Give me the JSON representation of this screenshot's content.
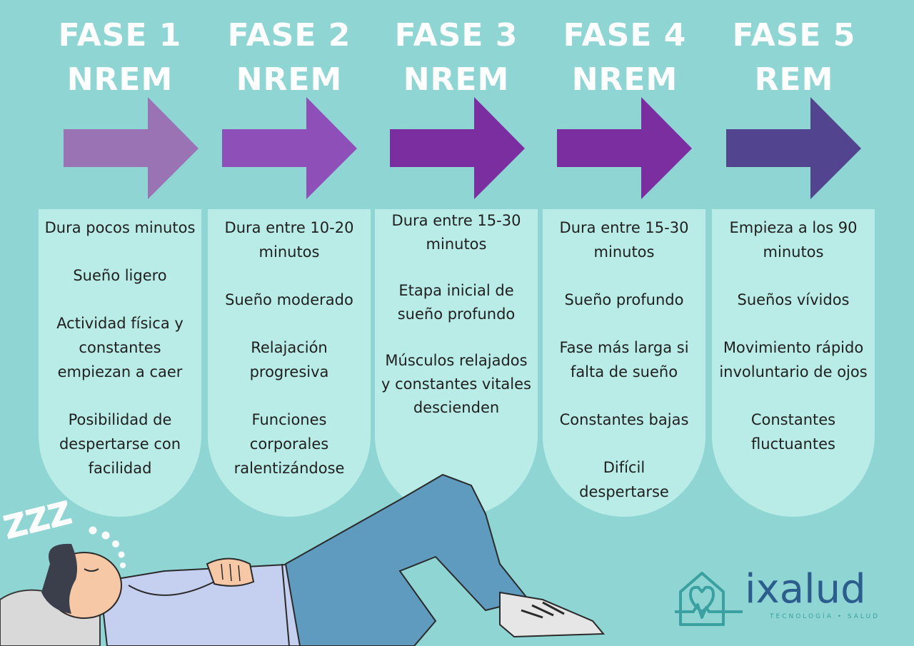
{
  "phases": [
    {
      "title_line1": "FASE 1",
      "title_line2": "NREM",
      "arrow_color": "#9a73b5",
      "items": [
        "Dura pocos minutos",
        "Sueño ligero",
        "Actividad física y constantes empiezan a caer",
        "Posibilidad de despertarse con facilidad"
      ]
    },
    {
      "title_line1": "FASE 2",
      "title_line2": "NREM",
      "arrow_color": "#8e4fb8",
      "items": [
        "Dura entre 10-20 minutos",
        "Sueño moderado",
        "Relajación progresiva",
        "Funciones corporales ralentizándose"
      ]
    },
    {
      "title_line1": "FASE 3",
      "title_line2": "NREM",
      "arrow_color": "#7a2ea0",
      "items": [
        "Dura entre 15-30 minutos",
        "Etapa inicial de sueño profundo",
        "Músculos relajados y constantes vitales descienden"
      ]
    },
    {
      "title_line1": "FASE 4",
      "title_line2": "NREM",
      "arrow_color": "#7a2ea0",
      "items": [
        "Dura entre 15-30 minutos",
        "Sueño profundo",
        "Fase más larga si falta de sueño",
        "Constantes bajas",
        "Difícil despertarse"
      ]
    },
    {
      "title_line1": "FASE 5",
      "title_line2": "REM",
      "arrow_color": "#53448f",
      "items": [
        "Empieza a los 90 minutos",
        "Sueños vívidos",
        "Movimiento rápido involuntario de ojos",
        "Constantes fluctuantes"
      ]
    }
  ],
  "colors": {
    "background": "#8fd5d4",
    "card": "#b9ece6",
    "title": "#ffffff"
  },
  "illustration": {
    "name": "sleeping-person",
    "sleep_text": "ZZZ"
  },
  "brand": {
    "name": "ixalud",
    "tagline": "TECNOLOGÍA • SALUD",
    "icon": "house-heart-pulse-icon",
    "color": "#2b5e8c",
    "accent": "#3aa1a0"
  }
}
